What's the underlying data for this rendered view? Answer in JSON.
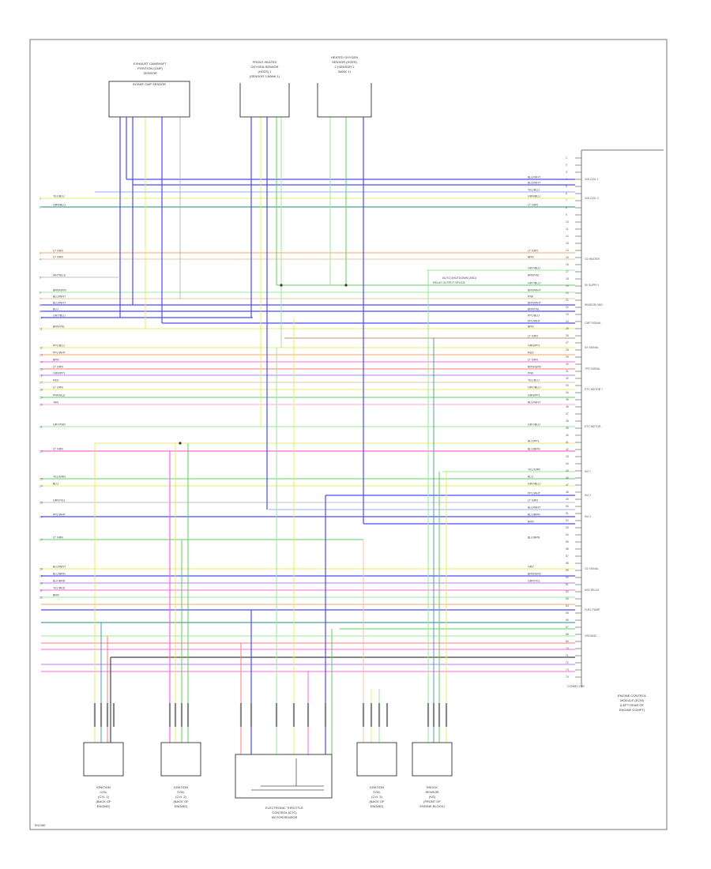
{
  "diagram": {
    "corner_label": "ENGINE",
    "ecm_caption": [
      "ENGINE CONTROL",
      "MODULE (ECM)",
      "(LEFT REAR OF",
      "ENGINE COMPT)"
    ],
    "ecm_connector_label": "CONNECTOR",
    "top_components": [
      {
        "caption": [
          "EXHAUST CAMSHAFT",
          "POSITION (CMP)",
          "SENSOR"
        ],
        "connector_label": "INTAKE CMP SENSOR"
      },
      {
        "caption": [
          "FRONT HEATED",
          "OXYGEN SENSOR",
          "(HO2S) 1",
          "(SENSOR 1 BANK 1)"
        ]
      },
      {
        "caption": [
          "HEATED OXYGEN",
          "SENSOR (HO2S)",
          "2 (SENSOR 2",
          "BANK 1)"
        ]
      }
    ],
    "bottom_components": [
      {
        "caption": [
          "IGNITION",
          "COIL",
          "(CYL 1)",
          "(BACK OF",
          "ENGINE)"
        ]
      },
      {
        "caption": [
          "IGNITION",
          "COIL",
          "(CYL 2)",
          "(BACK OF",
          "ENGINE)"
        ]
      },
      {
        "caption": [
          "ELECTRONIC THROTTLE",
          "CONTROL (ETC)",
          "MOTOR/SENSOR"
        ]
      },
      {
        "caption": [
          "IGNITION",
          "COIL",
          "(CYL 3)",
          "(BACK OF",
          "ENGINE)"
        ]
      },
      {
        "caption": [
          "KNOCK",
          "SENSOR",
          "(KS)",
          "(FRONT OF",
          "ENGINE BLOCK)"
        ]
      }
    ],
    "splice_labels": [
      "AUTO-SHUTDOWN (ASD)",
      "RELAY OUTPUT SPLICE"
    ],
    "left_labels": [
      "YEL/BLU",
      "GRN/BLU",
      "LT GRN",
      "LT GRN",
      "WHT/BLU",
      "BRN/GRN",
      "BLU/WHT",
      "BLU/WHT",
      "BLU",
      "GRY/BLU",
      "BRN/YEL",
      "PPL/BLU",
      "PPL/WHT",
      "BRN",
      "LT GRN",
      "GRN/PPL",
      "RED",
      "LT GRN",
      "PNK/BLU",
      "TAN",
      "GRY/TAN",
      "LT GRN",
      "YEL/GRN",
      "BLU",
      "GRN/YEL",
      "PPL/WHT",
      "LT GRN",
      "BLU/WHT",
      "BLU/BRN",
      "BLK/BRN",
      "YEL/RED",
      "BRN"
    ],
    "wire_labels": [
      "BLU/WHT",
      "BLU/WHT",
      "YEL/BLU",
      "GRN/BLU",
      "LT GRN",
      "LT GRN",
      "BRN",
      "GRY/BLU",
      "BRN/YEL",
      "GRY/BLU",
      "BRN/WHT",
      "PNK",
      "BRN/WHT",
      "BRN/YEL",
      "PPL/BLU",
      "PPL/WHT",
      "BRN",
      "LT GRN",
      "GRN/PPL",
      "RED",
      "LT GRN",
      "BRN/GRN",
      "PNK",
      "YEL/BLU",
      "GRY/BLU",
      "GRN/PPL",
      "BLU/WHT",
      "GRY/BLU",
      "BLU/PPL",
      "BLU/BRN",
      "YEL/GRN",
      "BLU",
      "GRY/BLU",
      "PPL/WHT",
      "LT GRN",
      "BLU/WHT",
      "BLU/BRN",
      "BRN",
      "BLK/BRN",
      "GRY",
      "BRN/GRN",
      "GRN/YEL"
    ],
    "ecm_pin_labels": [
      "IGN COIL 1",
      "IGN COIL 2",
      "O2 HEATER",
      "5V SUPPLY",
      "SENSOR GND",
      "CMP SIGNAL",
      "KS SIGNAL",
      "TPS SIGNAL",
      "ETC MOTOR +",
      "ETC MOTOR -",
      "INJ 1",
      "INJ 2",
      "INJ 3",
      "O2 SIGNAL",
      "ASD RELAY",
      "FUEL PUMP",
      "GROUND"
    ]
  }
}
